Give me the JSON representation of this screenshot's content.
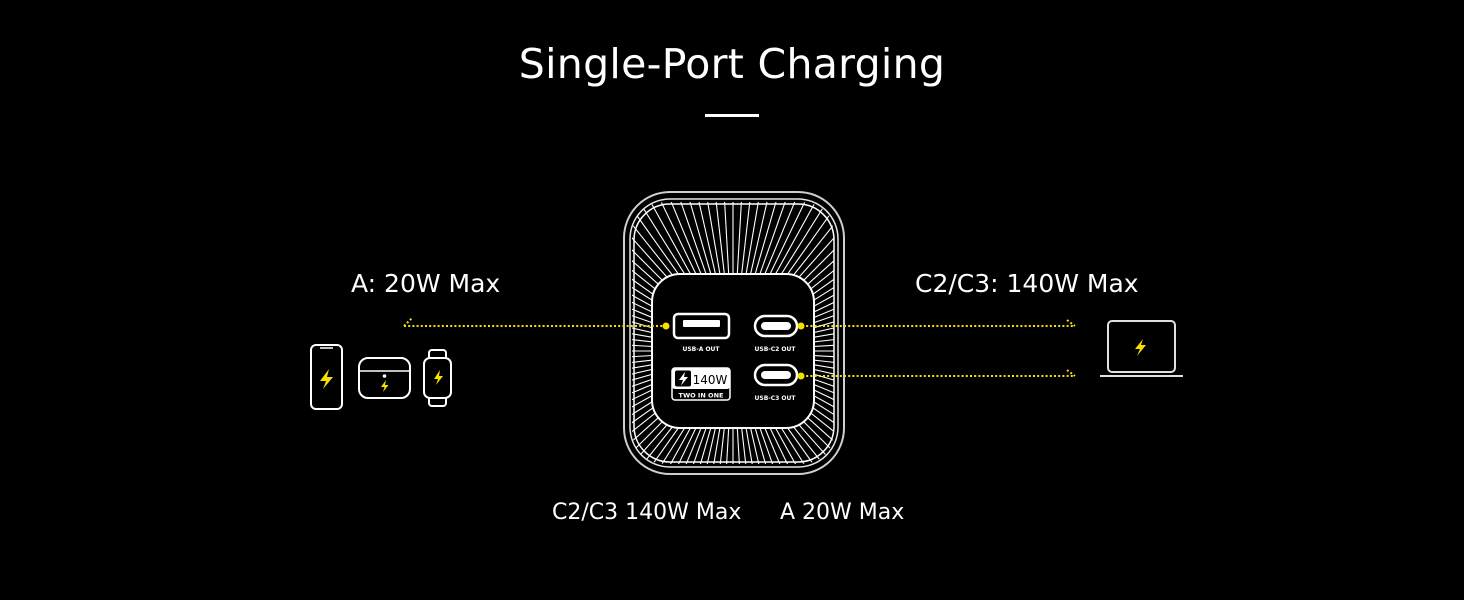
{
  "header": {
    "title": "Single-Port Charging"
  },
  "labels": {
    "left_port": "A: 20W Max",
    "right_port": "C2/C3: 140W Max",
    "bottom_c": "C2/C3 140W Max",
    "bottom_a": "A 20W Max"
  },
  "charger": {
    "ports": [
      {
        "id": "usb-a",
        "caption": "USB-A OUT"
      },
      {
        "id": "usb-c2",
        "caption": "USB-C2 OUT"
      },
      {
        "id": "usb-c3",
        "caption": "USB-C3 OUT"
      }
    ],
    "badge": {
      "power": "140W",
      "subtitle": "TWO IN ONE"
    }
  },
  "devices": {
    "left": [
      "phone-icon",
      "earbuds-case-icon",
      "smartwatch-icon"
    ],
    "right": [
      "laptop-icon"
    ]
  },
  "colors": {
    "background": "#000000",
    "text": "#ffffff",
    "accent": "#f5e000"
  }
}
